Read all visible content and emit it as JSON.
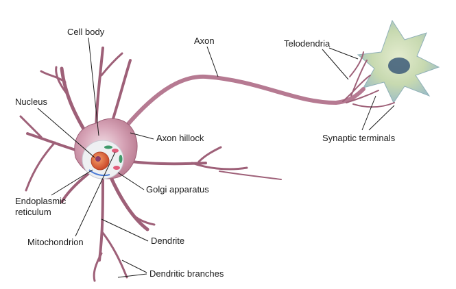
{
  "diagram": {
    "labels": {
      "cell_body": "Cell body",
      "nucleus": "Nucleus",
      "axon": "Axon",
      "telodendria": "Telodendria",
      "axon_hillock": "Axon hillock",
      "synaptic_terminals": "Synaptic terminals",
      "golgi_apparatus": "Golgi apparatus",
      "endoplasmic_reticulum_line1": "Endoplasmic",
      "endoplasmic_reticulum_line2": "reticulum",
      "mitochondrion": "Mitochondrion",
      "dendrite": "Dendrite",
      "dendritic_branches": "Dendritic branches"
    },
    "colors": {
      "neuron_membrane": "#c98da3",
      "neuron_outline": "#9e6078",
      "nucleus": "#e0683c",
      "target_cell": "#cfe0b8",
      "target_nucleus": "#3c5a78"
    }
  }
}
